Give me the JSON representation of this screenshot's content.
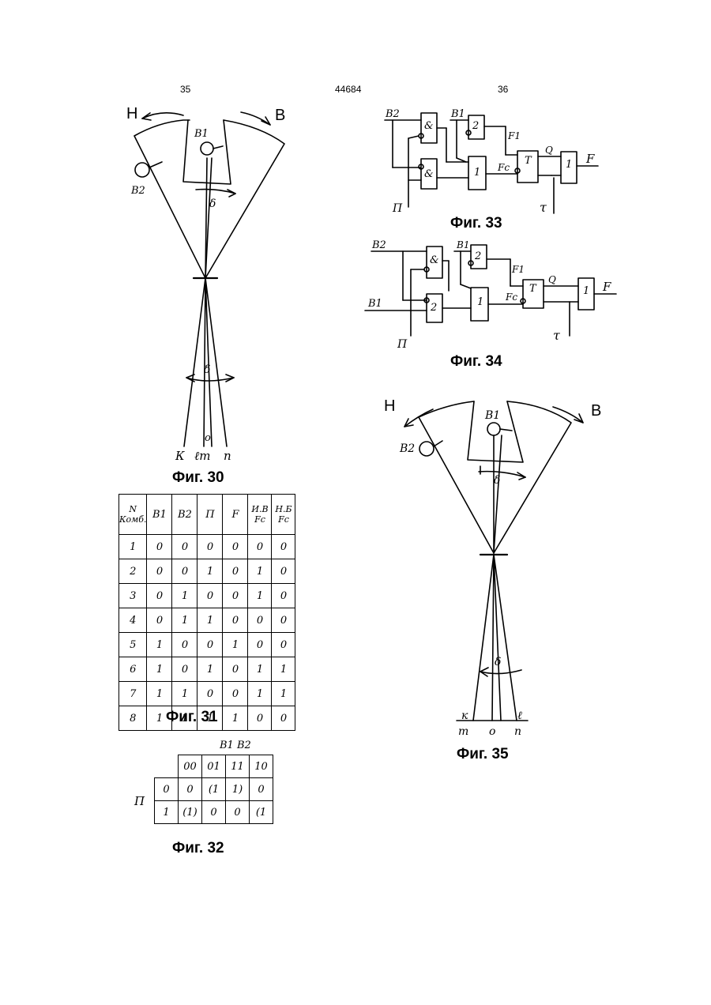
{
  "page": {
    "left_number": "35",
    "center_number": "44684",
    "right_number": "36"
  },
  "fig30": {
    "caption": "Фиг. 30",
    "labels": {
      "H": "Н",
      "B": "В",
      "B1": "В1",
      "B2": "В2",
      "delta_top": "δ",
      "delta_bottom": "δ",
      "o": "о",
      "k": "К",
      "lm": "ℓm",
      "n": "n"
    }
  },
  "fig31": {
    "caption": "Фиг. 31",
    "header": [
      "N Комб.",
      "В1",
      "В2",
      "П",
      "F",
      "И.В Fc",
      "Н.Б Fc"
    ],
    "rows": [
      [
        "1",
        "0",
        "0",
        "0",
        "0",
        "0",
        "0"
      ],
      [
        "2",
        "0",
        "0",
        "1",
        "0",
        "1",
        "0"
      ],
      [
        "3",
        "0",
        "1",
        "0",
        "0",
        "1",
        "0"
      ],
      [
        "4",
        "0",
        "1",
        "1",
        "0",
        "0",
        "0"
      ],
      [
        "5",
        "1",
        "0",
        "0",
        "1",
        "0",
        "0"
      ],
      [
        "6",
        "1",
        "0",
        "1",
        "0",
        "1",
        "1"
      ],
      [
        "7",
        "1",
        "1",
        "0",
        "0",
        "1",
        "1"
      ],
      [
        "8",
        "1",
        "1",
        "1",
        "1",
        "0",
        "0"
      ]
    ]
  },
  "fig32": {
    "caption": "Фиг. 32",
    "top_label": "В1 В2",
    "side_label": "П",
    "columns": [
      "00",
      "01",
      "11",
      "10"
    ],
    "rows": [
      {
        "label": "0",
        "cells": [
          "0",
          "(1",
          "1)",
          "0"
        ]
      },
      {
        "label": "1",
        "cells": [
          "(1)",
          "0",
          "0",
          "(1"
        ]
      }
    ]
  },
  "fig33": {
    "caption": "Фиг. 33",
    "labels": {
      "B2": "В2",
      "B1": "В1",
      "and1": "&",
      "and2": "&",
      "two": "2",
      "or1": "1",
      "F1": "F1",
      "Fc": "Fc",
      "T": "T",
      "Q": "Q",
      "one": "1",
      "F": "F",
      "P": "П",
      "tau": "τ"
    }
  },
  "fig34": {
    "caption": "Фиг. 34",
    "labels": {
      "B2": "В2",
      "B1top": "В1",
      "B1": "В1",
      "and1": "&",
      "two": "2",
      "two_b": "2",
      "or1": "1",
      "F1": "F1",
      "Fc": "Fc",
      "T": "T",
      "Q": "Q",
      "one": "1",
      "F": "F",
      "P": "П",
      "tau": "τ"
    }
  },
  "fig35": {
    "caption": "Фиг. 35",
    "labels": {
      "H": "Н",
      "B": "В",
      "B1": "В1",
      "B2": "В2",
      "delta_top": "δ",
      "delta_bottom": "δ",
      "k": "к",
      "l": "ℓ",
      "m": "m",
      "o": "о",
      "n": "n"
    }
  },
  "colors": {
    "ink": "#000000",
    "paper": "#ffffff"
  }
}
